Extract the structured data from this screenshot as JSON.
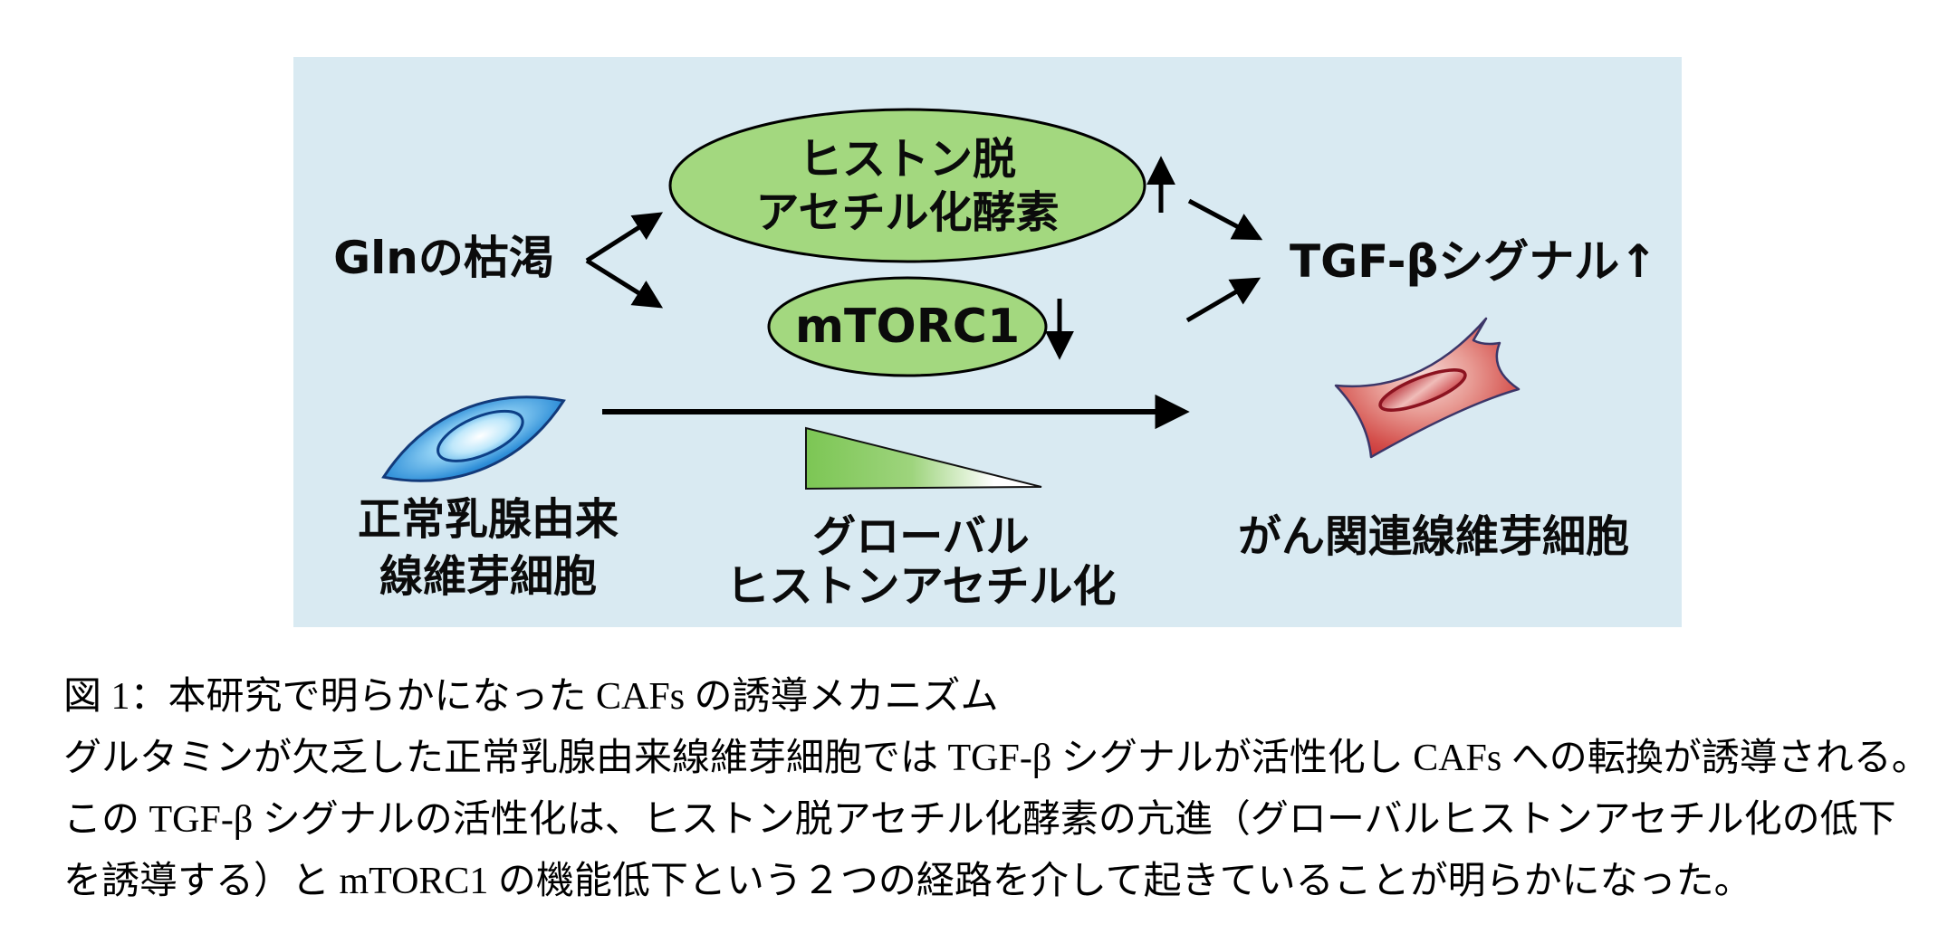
{
  "figure": {
    "gln_label": "Glnの枯渇",
    "hdac_line1": "ヒストン脱",
    "hdac_line2": "アセチル化酵素",
    "mtorc1_label": "mTORC1",
    "tgf_label": "TGF-βシグナル↑",
    "normal_line1": "正常乳腺由来",
    "normal_line2": "線維芽細胞",
    "global_line1": "グローバル",
    "global_line2": "ヒストンアセチル化",
    "caf_label": "がん関連線維芽細胞",
    "icons": {
      "up_arrow": "increase-arrow",
      "down_arrow": "decrease-arrow",
      "blue_cell": "normal-fibroblast-cell",
      "red_cell": "cancer-associated-fibroblast-cell",
      "wedge": "histone-acetylation-decreasing-gradient"
    },
    "colors": {
      "panel_background": "#d9eaf2",
      "node_green": "#a3d87f",
      "wedge_green": "#7cc654",
      "arrow_black": "#000000",
      "normal_cell_blue": "#1f7bc9",
      "caf_red": "#c01e28"
    }
  },
  "caption": {
    "lines": [
      "図 1：本研究で明らかになった CAFs の誘導メカニズム",
      "グルタミンが欠乏した正常乳腺由来線維芽細胞では TGF-β シグナルが活性化し CAFs への転換が誘導される。",
      "この TGF-β シグナルの活性化は、ヒストン脱アセチル化酵素の亢進（グローバルヒストンアセチル化の低下",
      "を誘導する）と mTORC1 の機能低下という２つの経路を介して起きていることが明らかになった。"
    ]
  }
}
